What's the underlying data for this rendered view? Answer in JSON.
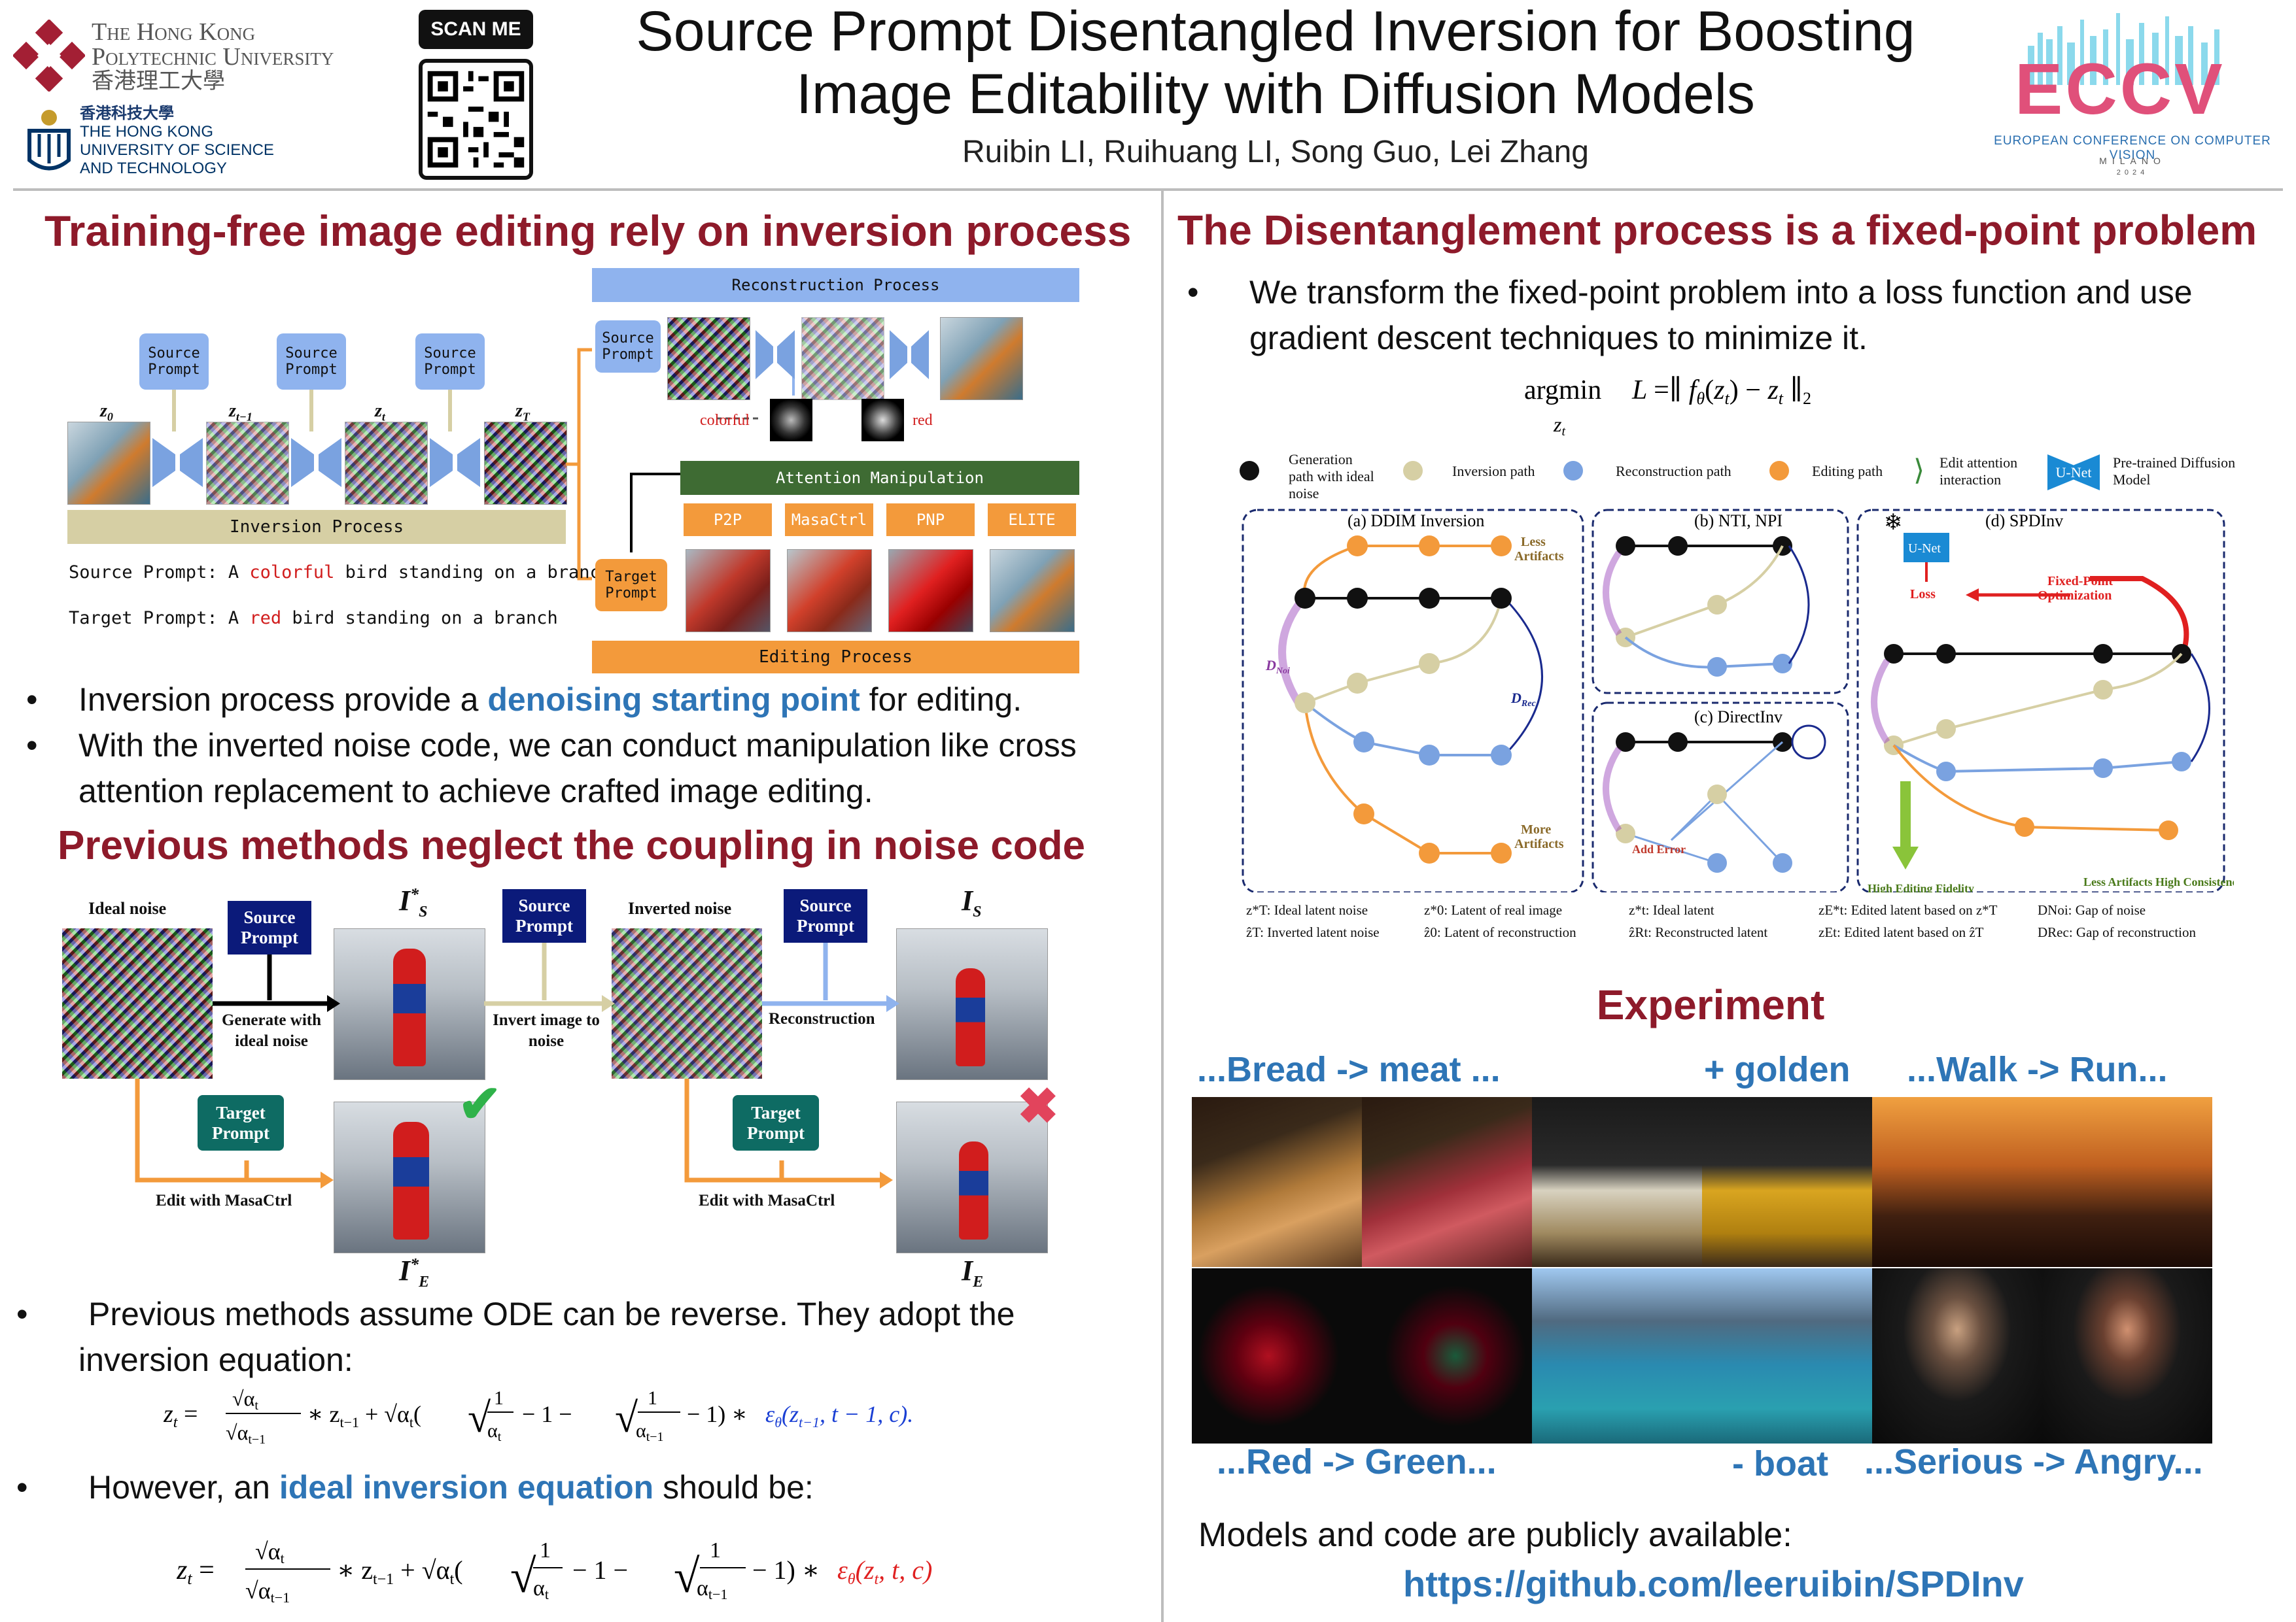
{
  "header": {
    "polyu_name_line1": "The Hong Kong",
    "polyu_name_line2": "Polytechnic University",
    "polyu_chinese": "香港理工大學",
    "hkust_chinese": "香港科技大學",
    "hkust_line1": "THE HONG KONG",
    "hkust_line2": "UNIVERSITY OF SCIENCE",
    "hkust_line3": "AND TECHNOLOGY",
    "scan_me": "SCAN ME",
    "title_line1": "Source Prompt Disentangled Inversion for Boosting",
    "title_line2": "Image Editability with Diffusion Models",
    "authors": "Ruibin LI, Ruihuang LI, Song Guo, Lei Zhang",
    "eccv_logo": "ECCV",
    "eccv_full": "EUROPEAN CONFERENCE ON COMPUTER VISION",
    "eccv_city": "MILANO",
    "eccv_year": "2024"
  },
  "left": {
    "sec1_title": "Training-free image editing rely on inversion process",
    "fig1": {
      "recon_label": "Reconstruction Process",
      "source_prompt": "Source Prompt",
      "z0": "z",
      "z0_sub": "0",
      "zt1": "z",
      "zt1_sub": "t−1",
      "zt": "z",
      "zt_sub": "t",
      "zT": "z",
      "zT_sub": "T",
      "inversion_label": "Inversion Process",
      "source_caption_pre": "Source Prompt: A ",
      "source_caption_word": "colorful",
      "source_caption_post": " bird standing on a branch",
      "target_caption_pre": "Target Prompt: A ",
      "target_caption_word": "red",
      "target_caption_post": " bird standing on a branch",
      "colorful": "colorful",
      "red": "red",
      "attention_label": "Attention Manipulation",
      "target_prompt": "Target Prompt",
      "methods": [
        "P2P",
        "MasaCtrl",
        "PNP",
        "ELITE"
      ],
      "editing_label": "Editing Process"
    },
    "bullets1": [
      {
        "pre": "Inversion process provide a ",
        "hl": "denoising starting point",
        "post": " for editing."
      },
      {
        "pre": "With the inverted noise code, we can conduct manipulation like cross attention replacement to achieve crafted image editing.",
        "hl": "",
        "post": ""
      }
    ],
    "sec2_title": "Previous methods neglect the coupling in noise code",
    "fig2": {
      "ideal_noise": "Ideal noise",
      "source_prompt": "Source Prompt",
      "generate": "Generate with ideal noise",
      "is_star": "I",
      "is_star_sub": "S",
      "is_star_sup": "*",
      "invert": "Invert image to noise",
      "inverted_noise": "Inverted noise",
      "reconstruction": "Reconstruction",
      "is": "I",
      "is_sub": "S",
      "target_prompt": "Target Prompt",
      "edit_masactrl": "Edit with MasaCtrl",
      "ie_star": "I",
      "ie_star_sub": "E",
      "ie_star_sup": "*",
      "ie": "I",
      "ie_sub": "E",
      "check": "✔",
      "cross": "✖"
    },
    "bullet3": "Previous methods assume ODE can be reverse. They adopt the inversion equation:",
    "bullet4_pre": "However, an ",
    "bullet4_hl": "ideal inversion equation",
    "bullet4_post": " should be:"
  },
  "right": {
    "sec3_title": "The Disentanglement process is a fixed-point problem",
    "bullet": "We transform the fixed-point problem into a loss function and use gradient descent techniques to minimize it.",
    "argmin": "argmin L = ∥ f",
    "legend": {
      "gen": "Generation path with ideal noise",
      "inv": "Inversion path",
      "rec": "Reconstruction path",
      "edit": "Editing path",
      "attn": "Edit attention interaction",
      "unet": "U-Net",
      "pretrained": "Pre-trained Diffusion Model"
    },
    "panels": {
      "a": "(a) DDIM Inversion",
      "b": "(b) NTI, NPI",
      "c": "(c) DirectInv",
      "d": "(d) SPDInv",
      "less_artifacts": "Less Artifacts",
      "more_artifacts": "More Artifacts",
      "add_error": "Add Error",
      "unet": "U-Net",
      "loss": "Loss",
      "fpo": "Fixed-Point Optimization",
      "high_fid": "High Editing Fidelity",
      "less_high": "Less Artifacts High Consistency"
    },
    "notes": [
      "z*T: Ideal latent noise",
      "ẑT: Inverted latent noise",
      "z*0: Latent of real image",
      "ẑ0: Latent of reconstruction",
      "z*t: Ideal latent",
      "ẑRt: Reconstructed latent",
      "zE*t: Edited latent based on z*T",
      "zEt: Edited latent based on ẑT",
      "DNoi: Gap of noise",
      "DRec: Gap of reconstruction"
    ],
    "experiment_title": "Experiment",
    "exp_labels_top": [
      "...Bread -> meat ...",
      "+ golden",
      "...Walk -> Run..."
    ],
    "exp_labels_bottom": [
      "...Red -> Green...",
      "- boat",
      "...Serious -> Angry..."
    ],
    "models_text": "Models and code are publicly available:",
    "github": "https://github.com/leeruibin/SPDInv"
  },
  "colors": {
    "dark_red": "#8e1a2a",
    "link_blue": "#2e75b6",
    "source_prompt_blue": "#8fb3ee",
    "inversion_beige": "#d6cfa4",
    "orange": "#f39a3b",
    "attn_green": "#3e6b33",
    "teal": "#0e6b63",
    "navy": "#0b1a7a"
  }
}
